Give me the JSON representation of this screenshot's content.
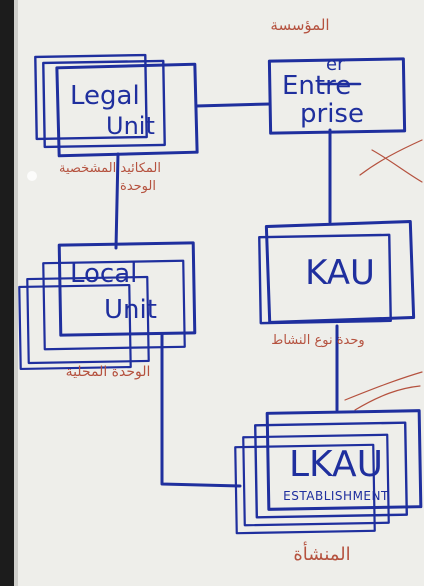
{
  "colors": {
    "paper": "#eeeeea",
    "ink": "#1f2f9e",
    "red_ink": "#b5523f",
    "background": "#1c1c1c"
  },
  "nodes": {
    "legal_unit": {
      "line1": "Legal",
      "line2": "Unit",
      "note_ar1": "المكائيد المشخصية",
      "note_ar2": "الوحدة"
    },
    "enterprise": {
      "line1": "Entre",
      "line1_correction": "er",
      "line2": "prise",
      "note_ar": "المؤسسة"
    },
    "local_unit": {
      "line1": "Local",
      "line2": "Unit",
      "note_ar": "الوحدة المحلية"
    },
    "kau": {
      "label": "KAU",
      "note_ar": "وحدة نوع النشاط"
    },
    "lkau": {
      "label": "LKAU",
      "sublabel": "ESTABLISHMENT",
      "note_ar": "المنشأة"
    }
  }
}
